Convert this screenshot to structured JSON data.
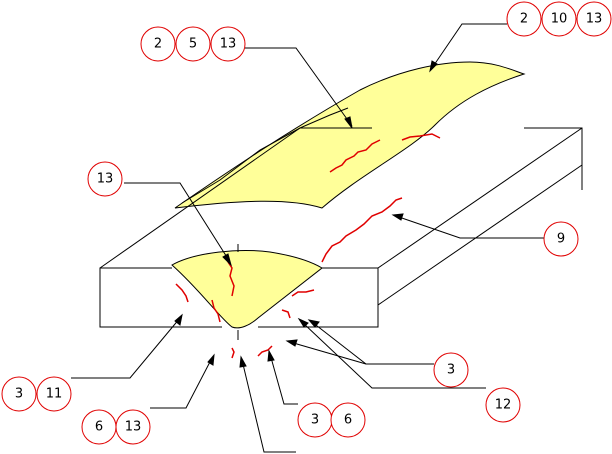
{
  "colors": {
    "weld_fill": "#ffff99",
    "crack": "#e00000",
    "callout_circle": "#e00000",
    "outline": "#000000",
    "background": "#ffffff"
  },
  "callouts": {
    "c_2_5_13": [
      "2",
      "5",
      "13"
    ],
    "c_2_10_13": [
      "2",
      "10",
      "13"
    ],
    "c_13": [
      "13"
    ],
    "c_9": [
      "9"
    ],
    "c_3_11": [
      "3",
      "11"
    ],
    "c_6_13": [
      "6",
      "13"
    ],
    "c_3_6": [
      "3",
      "6"
    ],
    "c_3": [
      "3"
    ],
    "c_12": [
      "12"
    ]
  }
}
